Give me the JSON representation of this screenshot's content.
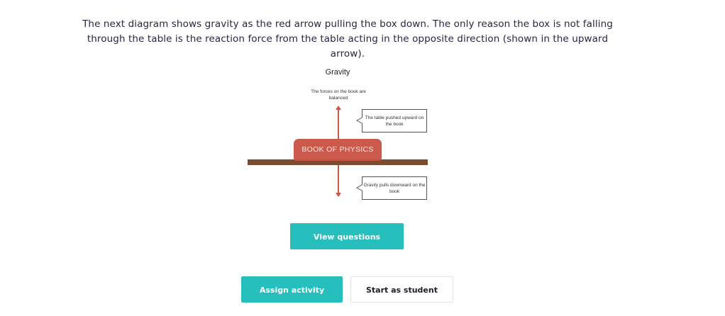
{
  "intro": {
    "text": "The next diagram shows gravity as the red arrow pulling the box down. The only reason the box is not falling through the table is the reaction force from the table acting in the opposite direction (shown in the upward arrow)."
  },
  "diagram": {
    "title": "Gravity",
    "balanced_note": "The forces on the book are balanced",
    "book_label": "BOOK OF PHYSICS",
    "callout_up": "The table pushed upward on the book",
    "callout_down": "Gravity pulls downward on the book",
    "colors": {
      "arrow": "#c9574a",
      "book": "#cc5a4c",
      "table": "#7a4b2f"
    }
  },
  "actions": {
    "view_questions": "View questions",
    "assign_activity": "Assign activity",
    "start_as_student": "Start as student",
    "accent": "#26bfbd"
  }
}
